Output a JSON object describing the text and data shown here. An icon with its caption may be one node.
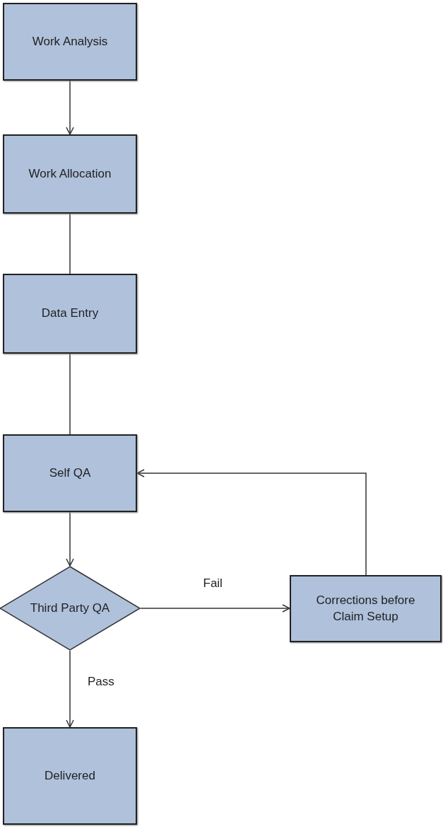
{
  "diagram": {
    "nodes": [
      {
        "text": [
          "Work Analysis"
        ]
      },
      {
        "text": [
          "Work Allocation"
        ]
      },
      {
        "text": [
          "Data Entry"
        ]
      },
      {
        "text": [
          "Self QA"
        ]
      },
      {
        "text": [
          "Third Party QA"
        ]
      },
      {
        "text": [
          "Corrections before Claim Setup"
        ]
      },
      {
        "text": [
          "Delivered"
        ]
      }
    ],
    "edges": [
      {
        "from": 0,
        "to": 1,
        "arrow": "to"
      },
      {
        "from": 1,
        "to": 2,
        "arrow": "none"
      },
      {
        "from": 2,
        "to": 3,
        "arrow": "none"
      },
      {
        "from": 3,
        "to": 4,
        "arrow": "to"
      },
      {
        "from": 4,
        "to": 5,
        "arrow": "to",
        "label": "Fail"
      },
      {
        "from": 5,
        "to": 3,
        "arrow": "to"
      },
      {
        "from": 4,
        "to": 6,
        "arrow": "to",
        "label": "Pass"
      }
    ]
  }
}
